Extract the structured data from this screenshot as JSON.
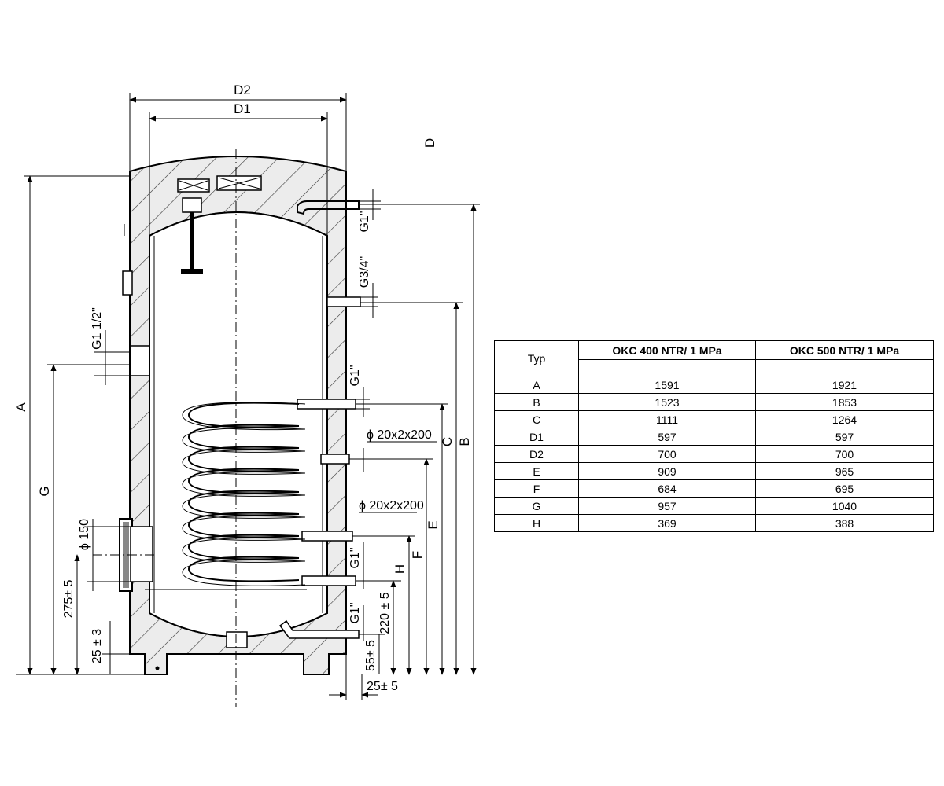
{
  "diagram": {
    "labels": {
      "D2": "D2",
      "D1": "D1",
      "A": "A",
      "B": "B",
      "C": "C",
      "E": "E",
      "F": "F",
      "G": "G",
      "H": "H",
      "g1_top": "G1\"",
      "g34": "G3/4\"",
      "g1_mid": "G1\"",
      "g1_low1": "G1\"",
      "g1_low2": "G1\"",
      "g1_half": "G1 1/2\"",
      "coil_upper": "ϕ 20x2x200",
      "coil_lower": "ϕ 20x2x200",
      "phi150": "ϕ 150",
      "d275": "275± 5",
      "d220": "220 ± 5",
      "d25_left": "25 ± 3",
      "d55": "55± 5",
      "d25_bottom": "25± 5",
      "marker": "D"
    }
  },
  "table": {
    "header": {
      "typ": "Typ",
      "model1": "OKC 400 NTR/ 1 MPa",
      "model2": "OKC 500 NTR/ 1 MPa"
    },
    "rows": [
      {
        "typ": "A",
        "v1": "1591",
        "v2": "1921"
      },
      {
        "typ": "B",
        "v1": "1523",
        "v2": "1853"
      },
      {
        "typ": "C",
        "v1": "1111",
        "v2": "1264"
      },
      {
        "typ": "D1",
        "v1": "597",
        "v2": "597"
      },
      {
        "typ": "D2",
        "v1": "700",
        "v2": "700"
      },
      {
        "typ": "E",
        "v1": "909",
        "v2": "965"
      },
      {
        "typ": "F",
        "v1": "684",
        "v2": "695"
      },
      {
        "typ": "G",
        "v1": "957",
        "v2": "1040"
      },
      {
        "typ": "H",
        "v1": "369",
        "v2": "388"
      }
    ]
  }
}
